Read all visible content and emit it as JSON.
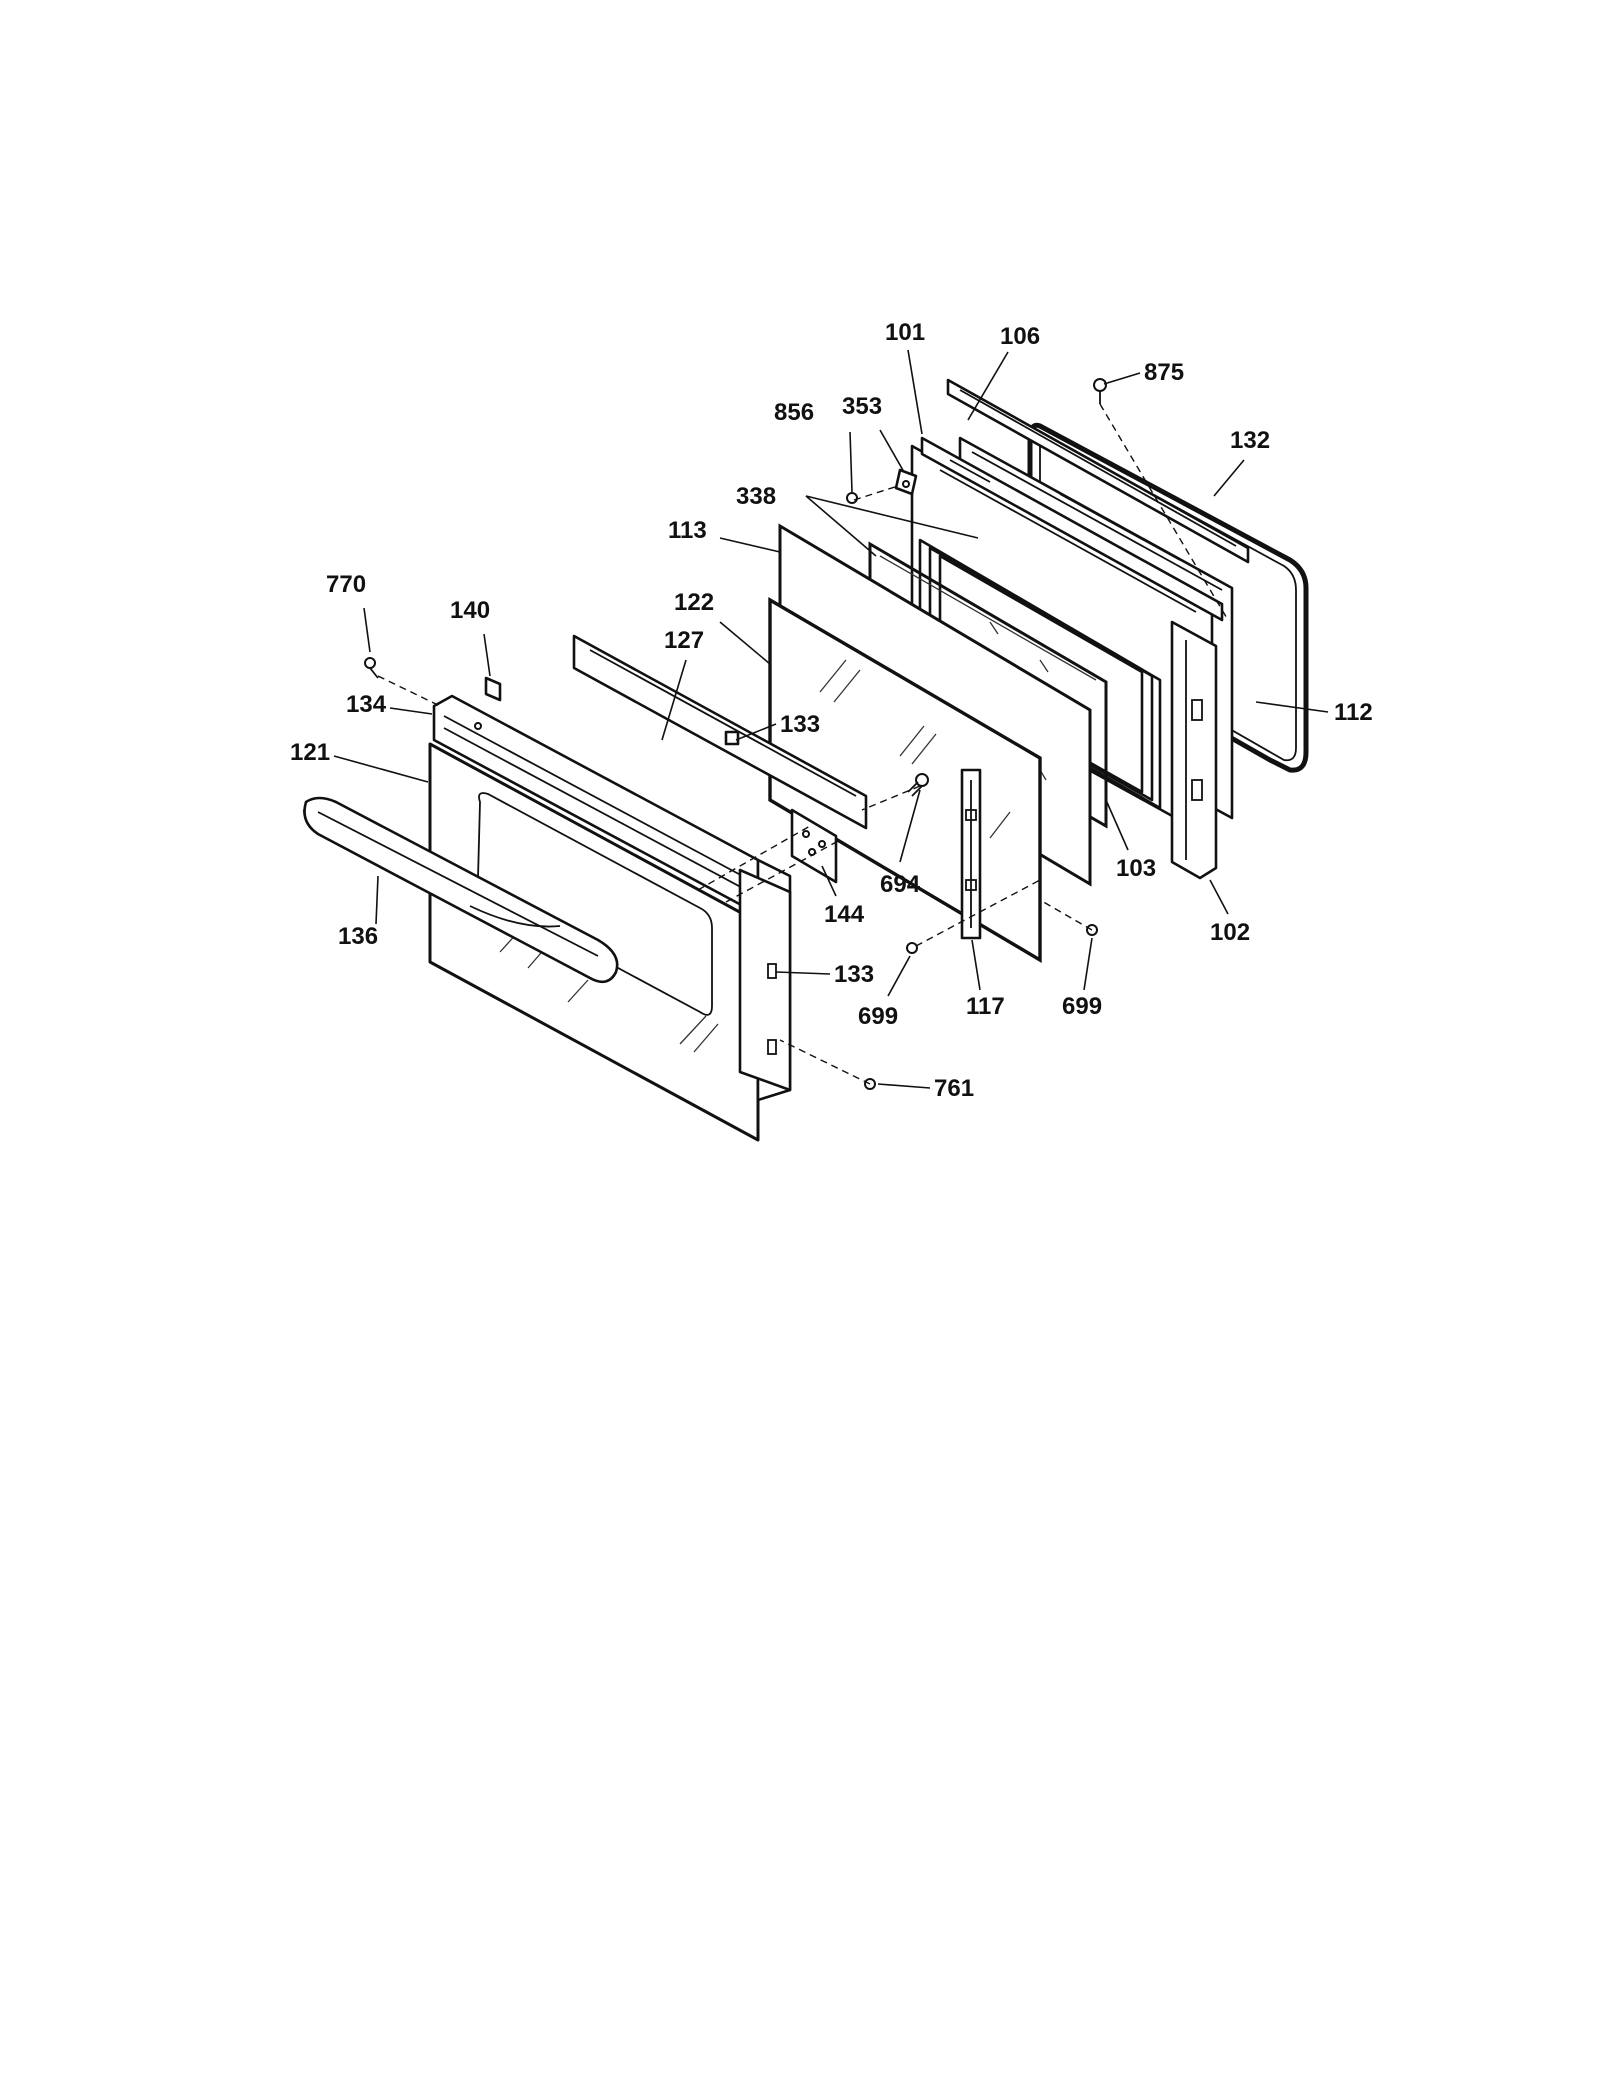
{
  "diagram": {
    "callouts": {
      "p101": "101",
      "p106": "106",
      "p875": "875",
      "p856": "856",
      "p353": "353",
      "p132": "132",
      "p338": "338",
      "p113": "113",
      "p770": "770",
      "p140": "140",
      "p122": "122",
      "p127": "127",
      "p134": "134",
      "p121": "121",
      "p133a": "133",
      "p112": "112",
      "p694": "694",
      "p103": "103",
      "p144": "144",
      "p136": "136",
      "p102": "102",
      "p133b": "133",
      "p699a": "699",
      "p117": "117",
      "p699b": "699",
      "p761": "761"
    }
  }
}
